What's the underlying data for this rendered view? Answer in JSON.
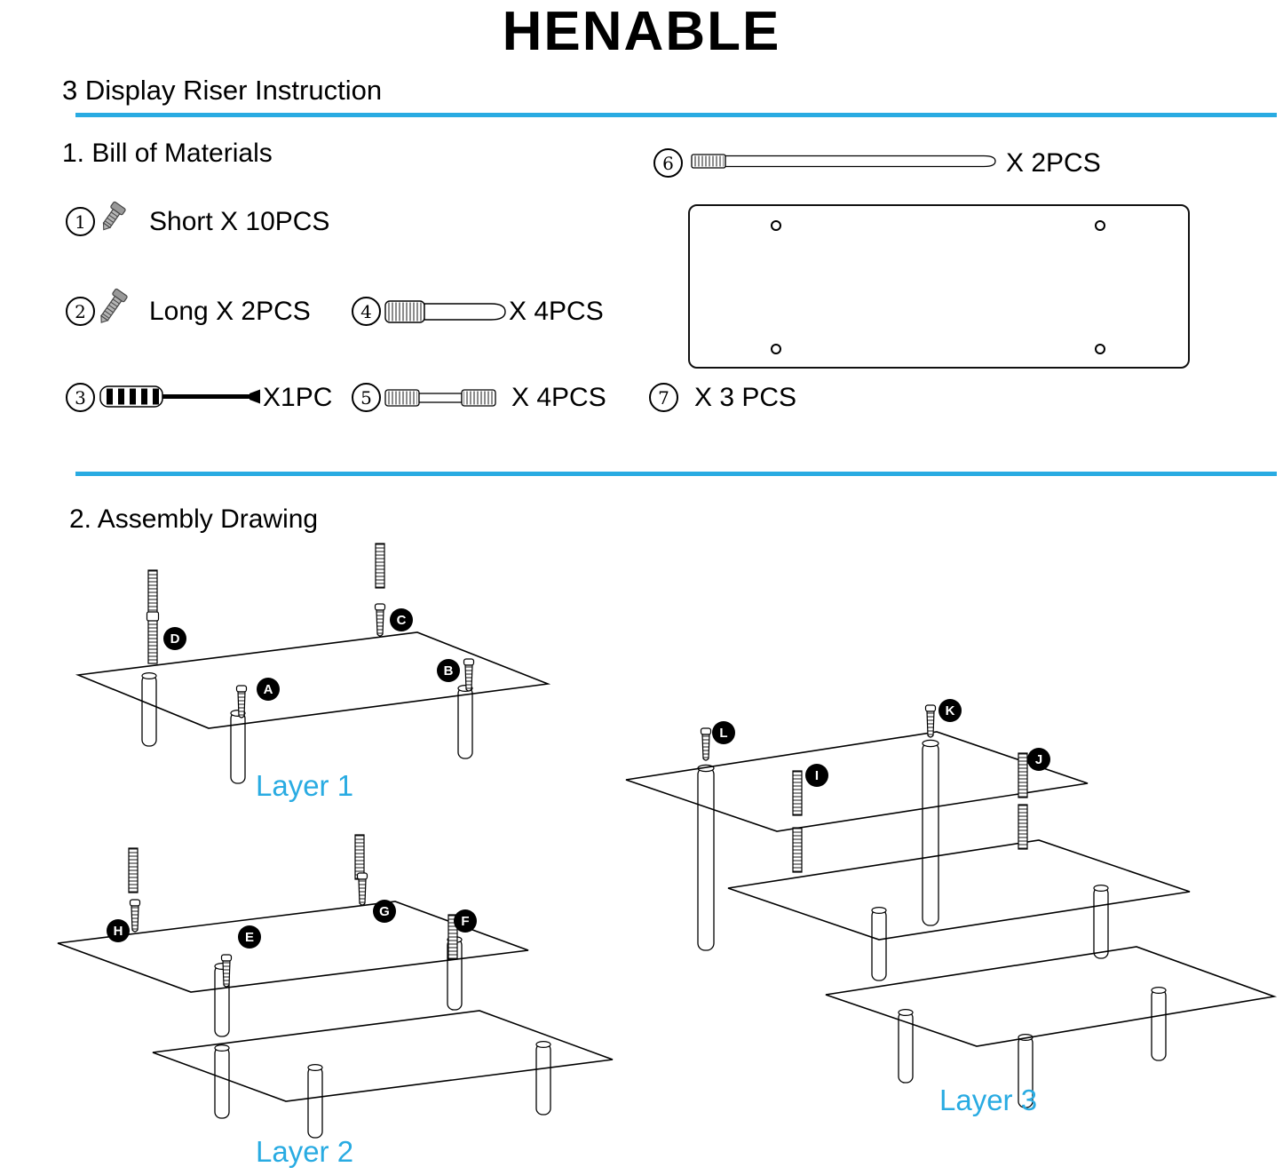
{
  "accent_color": "#29ABE2",
  "header": {
    "brand": "HENABLE",
    "subtitle": "3 Display Riser Instruction"
  },
  "bom": {
    "title": "1. Bill of Materials",
    "items": {
      "item1": {
        "num": "1",
        "label": "Short X 10PCS",
        "icon": "short-screw-icon"
      },
      "item2": {
        "num": "2",
        "label": "Long X 2PCS",
        "icon": "long-screw-icon"
      },
      "item3": {
        "num": "3",
        "label": "X1PC",
        "icon": "screwdriver-icon"
      },
      "item4": {
        "num": "4",
        "label": "X 4PCS",
        "icon": "standoff-icon"
      },
      "item5": {
        "num": "5",
        "label": "X 4PCS",
        "icon": "coupler-icon"
      },
      "item6": {
        "num": "6",
        "label": "X 2PCS",
        "icon": "support-rod-icon"
      },
      "item7": {
        "num": "7",
        "label": "X 3 PCS",
        "icon": "shelf-panel-icon"
      }
    }
  },
  "assembly": {
    "title": "2. Assembly Drawing",
    "layer1": {
      "label": "Layer 1",
      "markers": {
        "a": "A",
        "b": "B",
        "c": "C",
        "d": "D"
      }
    },
    "layer2": {
      "label": "Layer 2",
      "markers": {
        "e": "E",
        "f": "F",
        "g": "G",
        "h": "H"
      }
    },
    "layer3": {
      "label": "Layer 3",
      "markers": {
        "i": "I",
        "j": "J",
        "k": "K",
        "l": "L"
      }
    }
  }
}
